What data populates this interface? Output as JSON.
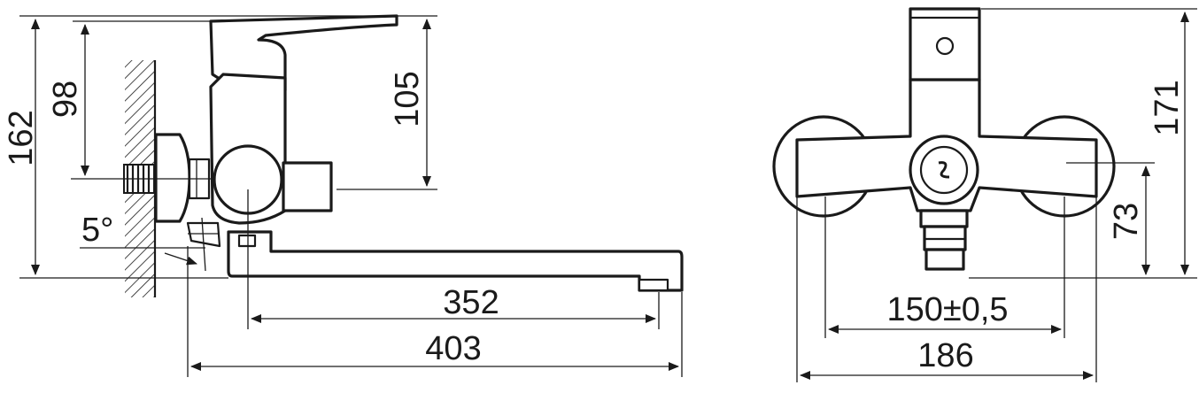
{
  "dimensions": {
    "side_height_total": "162",
    "side_height_lever": "98",
    "side_height_body": "105",
    "wall_angle": "5°",
    "spout_reach": "352",
    "overall_length": "403",
    "front_height_total": "171",
    "front_height_inlet": "73",
    "inlet_spacing": "150±0,5",
    "overall_width": "186"
  }
}
